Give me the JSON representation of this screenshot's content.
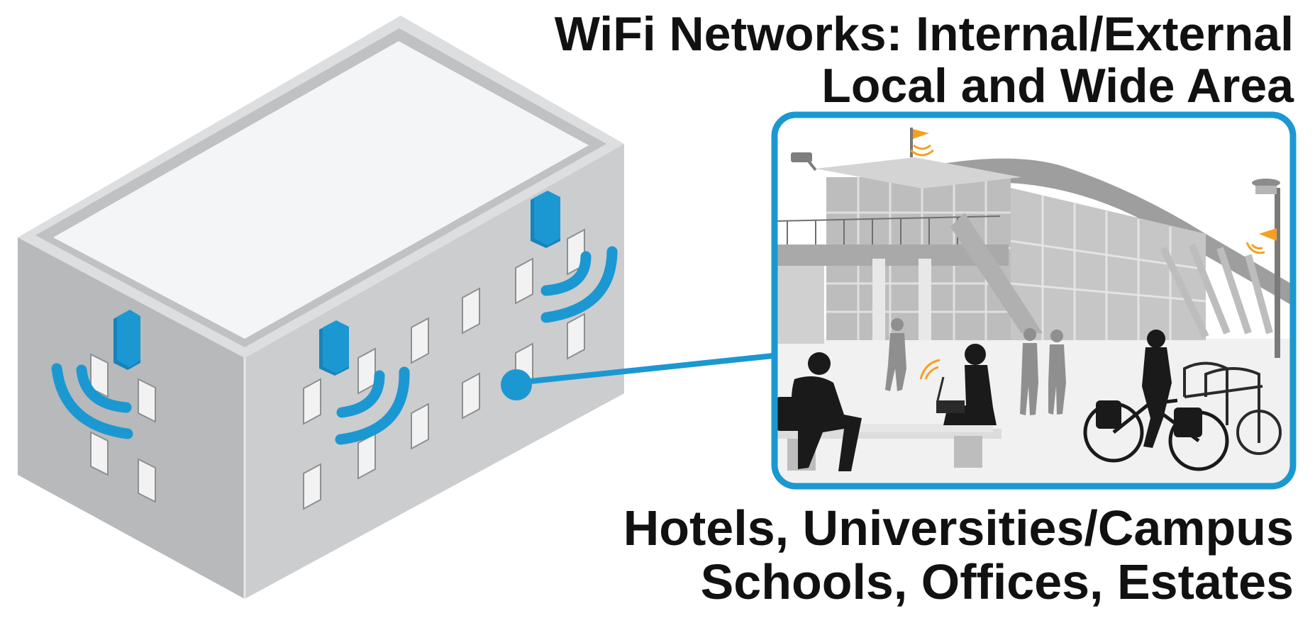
{
  "heading_top": {
    "line1": "WiFi Networks: Internal/External",
    "line2": "Local and Wide Area"
  },
  "heading_bottom": {
    "line1": "Hotels, Universities/Campus",
    "line2": "Schools, Offices, Estates"
  },
  "colors": {
    "accent_blue": "#1b98d2",
    "wifi_orange": "#f5a020",
    "building_roof": "#f4f5f7",
    "building_wall_light": "#c9cbcd",
    "building_wall_dark": "#b4b6b8",
    "scene_gray": "#9a9a9a",
    "silhouette": "#1a1a1a"
  },
  "icons": {
    "access_point": "access-point-icon",
    "wifi_signal": "wifi-signal-icon",
    "connector": "connector-dot-icon"
  }
}
